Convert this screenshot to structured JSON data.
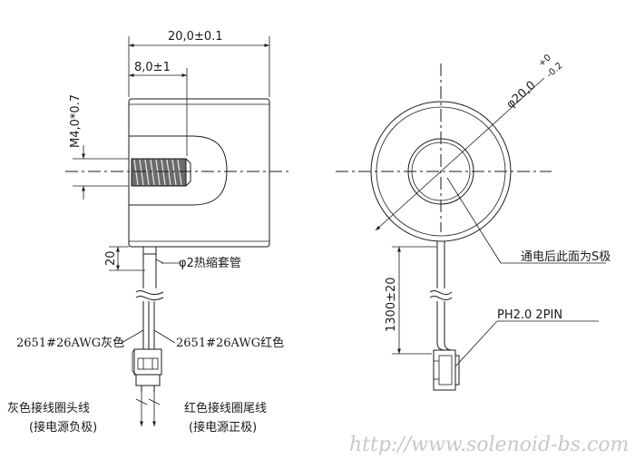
{
  "side_view": {
    "dim_overall_width": "20,0±0.1",
    "dim_thread_offset": "8,0±1",
    "dim_thread": "M4,0*0.7",
    "dim_lead_gap": "20",
    "label_sleeve": "φ2热缩套管",
    "label_wire_gray": "2651#26AWG灰色",
    "label_wire_red": "2651#26AWG红色",
    "label_gray_lead_line1": "灰色接线圈头线",
    "label_gray_lead_line2": "(接电源负极)",
    "label_red_lead_line1": "红色接线圈尾线",
    "label_red_lead_line2": "(接电源正极)"
  },
  "front_view": {
    "dim_diameter": "φ20,0",
    "dim_tol_upper": "+0",
    "dim_tol_lower": "-0.2",
    "label_s_pole": "通电后此面为S极",
    "dim_lead_length": "1300±20",
    "label_connector": "PH2.0  2PIN"
  },
  "watermark": "http://www.solenoid-bs.com"
}
